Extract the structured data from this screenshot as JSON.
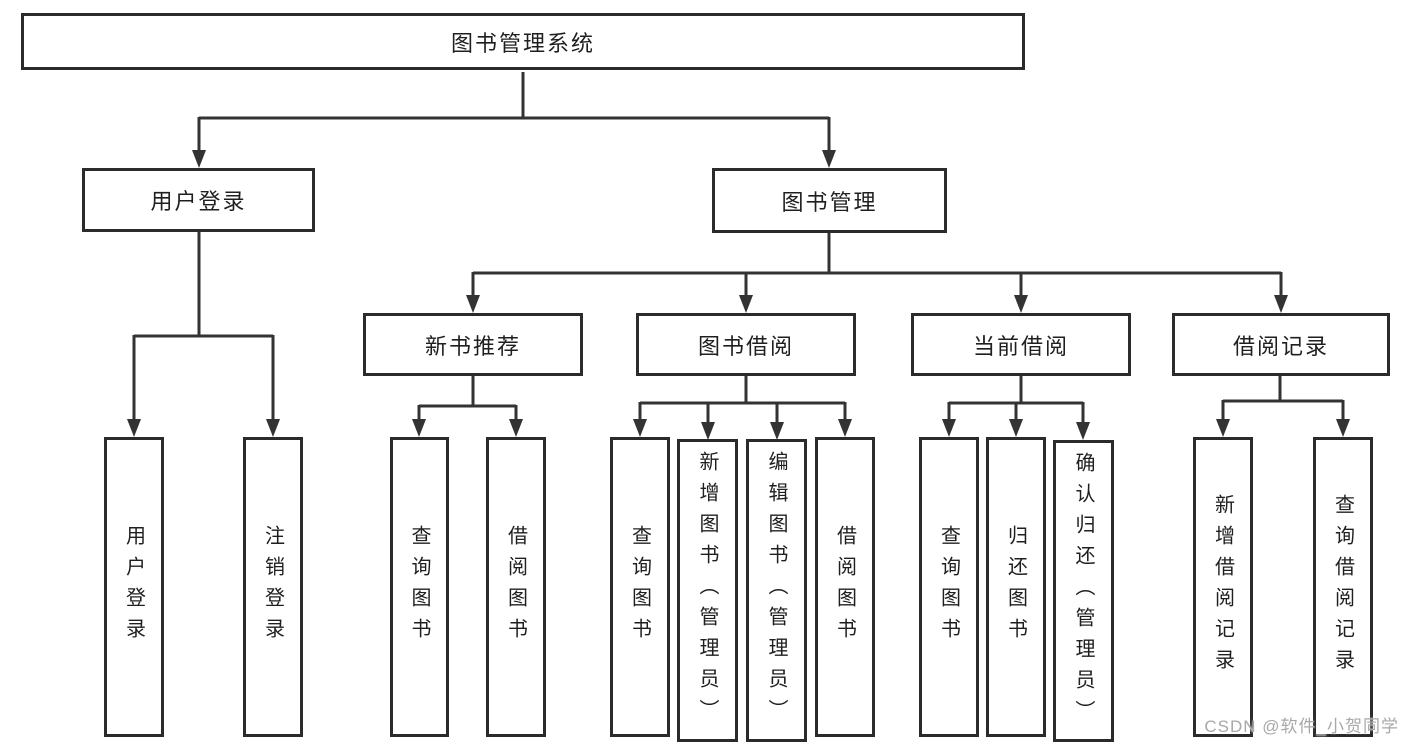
{
  "watermark": "CSDN @软件_小贺同学",
  "colors": {
    "background": "#ffffff",
    "line": "#333333",
    "box_border": "#2b2b2b",
    "box_fill": "#ffffff",
    "text": "#1f1f1f",
    "watermark": "#a8a8a8"
  },
  "tree": {
    "root": {
      "label": "图书管理系统"
    },
    "branches": [
      {
        "label": "用户登录",
        "children": [
          {
            "label": "用户登录"
          },
          {
            "label": "注销登录"
          }
        ]
      },
      {
        "label": "图书管理",
        "children": [
          {
            "label": "新书推荐",
            "children": [
              {
                "label": "查询图书"
              },
              {
                "label": "借阅图书"
              }
            ]
          },
          {
            "label": "图书借阅",
            "children": [
              {
                "label": "查询图书"
              },
              {
                "label": "新增图书（管理员）"
              },
              {
                "label": "编辑图书（管理员）"
              },
              {
                "label": "借阅图书"
              }
            ]
          },
          {
            "label": "当前借阅",
            "children": [
              {
                "label": "查询图书"
              },
              {
                "label": "归还图书"
              },
              {
                "label": "确认归还（管理员）"
              }
            ]
          },
          {
            "label": "借阅记录",
            "children": [
              {
                "label": "新增借阅记录"
              },
              {
                "label": "查询借阅记录"
              }
            ]
          }
        ]
      }
    ]
  }
}
